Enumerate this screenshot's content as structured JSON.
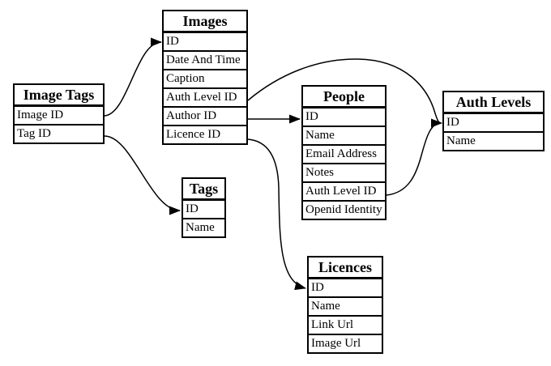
{
  "diagram": {
    "kind": "database-schema",
    "colors": {
      "line": "#000000",
      "background": "#ffffff",
      "table_background": "#ffffff",
      "text": "#000000"
    }
  },
  "tables": [
    {
      "title": "Image Tags",
      "fields": [
        "Image ID",
        "Tag ID"
      ]
    },
    {
      "title": "Images",
      "fields": [
        "ID",
        "Date And Time",
        "Caption",
        "Auth Level ID",
        "Author ID",
        "Licence ID"
      ]
    },
    {
      "title": "Tags",
      "fields": [
        "ID",
        "Name"
      ]
    },
    {
      "title": "People",
      "fields": [
        "ID",
        "Name",
        "Email Address",
        "Notes",
        "Auth Level ID",
        "Openid Identity"
      ]
    },
    {
      "title": "Auth Levels",
      "fields": [
        "ID",
        "Name"
      ]
    },
    {
      "title": "Licences",
      "fields": [
        "ID",
        "Name",
        "Link Url",
        "Image Url"
      ]
    }
  ],
  "relations": [
    {
      "from": "Image Tags.Image ID",
      "to": "Images.ID"
    },
    {
      "from": "Image Tags.Tag ID",
      "to": "Tags.ID"
    },
    {
      "from": "Images.Auth Level ID",
      "to": "Auth Levels.ID"
    },
    {
      "from": "Images.Author ID",
      "to": "People.ID"
    },
    {
      "from": "Images.Licence ID",
      "to": "Licences.ID"
    },
    {
      "from": "People.Auth Level ID",
      "to": "Auth Levels.ID"
    }
  ]
}
